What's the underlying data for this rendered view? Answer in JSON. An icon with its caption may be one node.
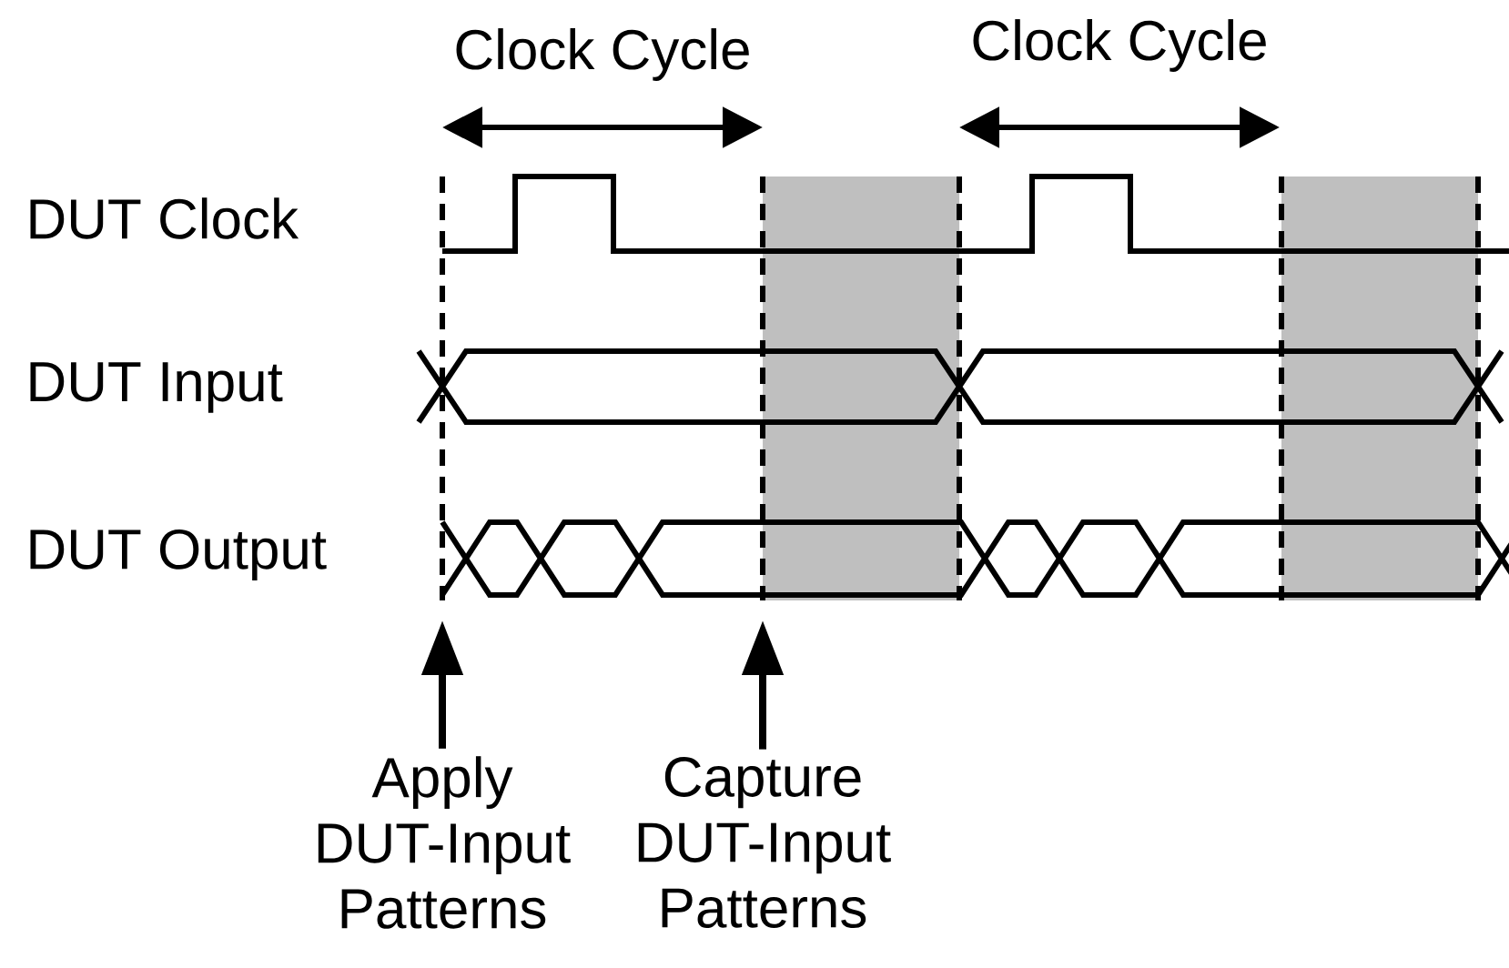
{
  "diagram": {
    "nodes": [
      {
        "text": [
          "Apply DUT-Input Patterns"
        ]
      },
      {
        "text": [
          "Capture DUT-Input Patterns"
        ]
      }
    ],
    "edges": [
      {
        "from": 0,
        "to": null,
        "arrow": "to"
      },
      {
        "from": 1,
        "to": null,
        "arrow": "to"
      }
    ],
    "labels": [
      "Clock Cycle",
      "Clock Cycle",
      "DUT Clock",
      "DUT Input",
      "DUT Output"
    ]
  }
}
